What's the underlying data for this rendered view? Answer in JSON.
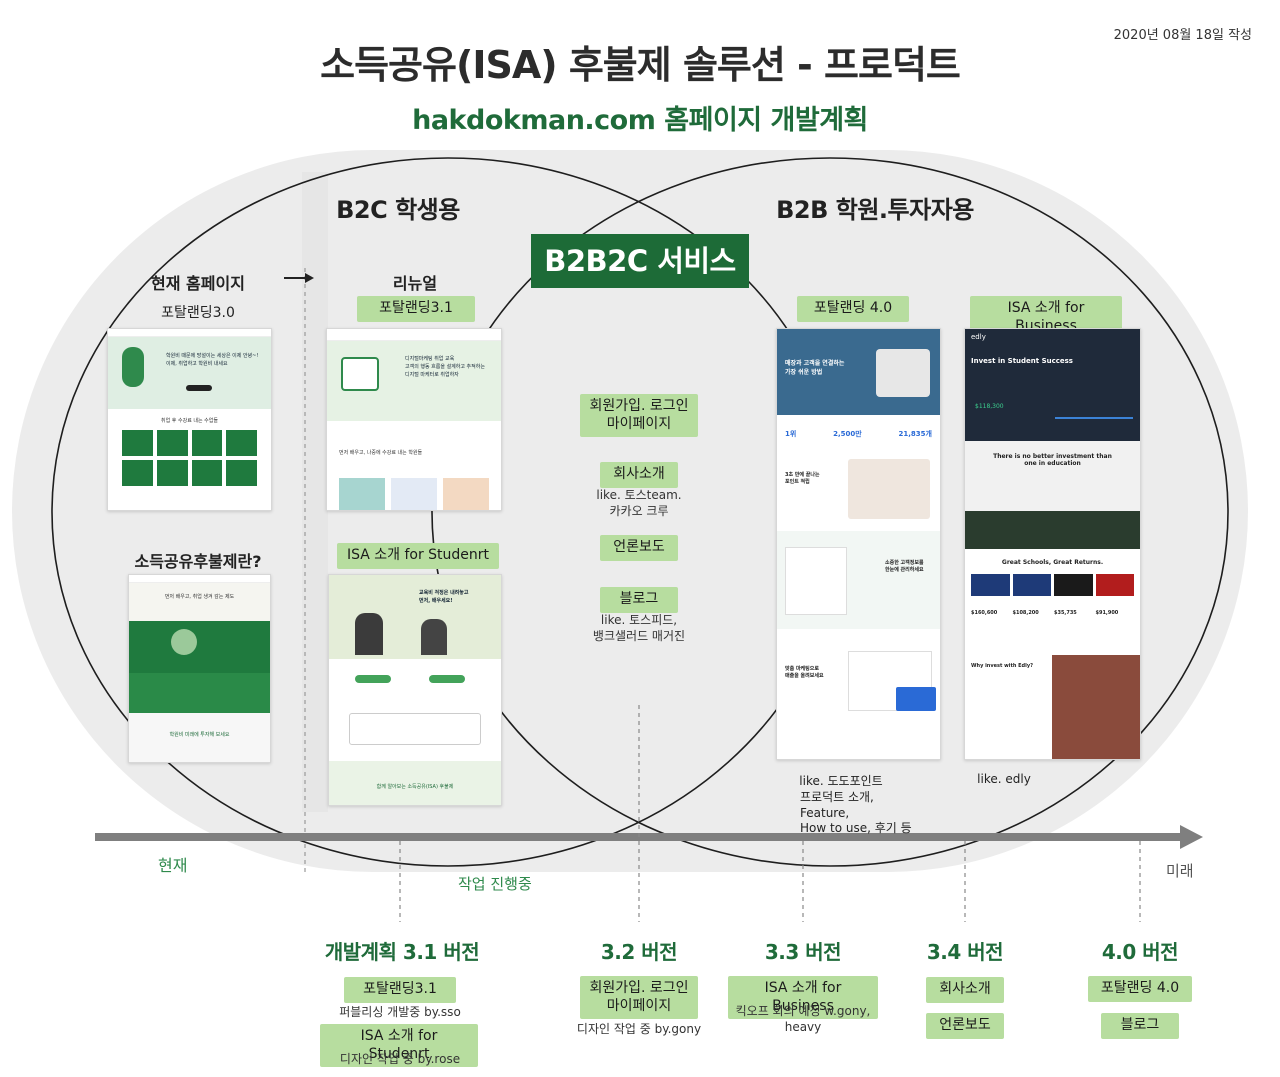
{
  "date": "2020년 08월 18일 작성",
  "title": "소득공유(ISA) 후불제 솔루션 - 프로덕트",
  "subtitle": "hakdokman.com 홈페이지 개발계획",
  "sections": {
    "b2c": "B2C 학생용",
    "b2b": "B2B 학원.투자자용",
    "b2b2c": "B2B2C 서비스"
  },
  "left": {
    "current_label": "현재 홈페이지",
    "current_sub": "포탈랜딩3.0",
    "renewal_label": "리뉴얼",
    "renewal_pill": "포탈랜딩3.1",
    "isa_question": "소득공유후불제란?",
    "isa_student_pill": "ISA 소개 for Studenrt"
  },
  "middle": {
    "signup_pill": "회원가입. 로그인\n마이페이지",
    "company_pill": "회사소개",
    "company_note": "like. 토스team.\n카카오 크루",
    "press_pill": "언론보도",
    "blog_pill": "블로그",
    "blog_note": "like. 토스피드,\n뱅크샐러드 매거진"
  },
  "right": {
    "portal40_pill": "포탈랜딩 4.0",
    "isa_business_pill": "ISA 소개 for Business",
    "dodo_note": "like. 도도포인트",
    "dodo_desc": "프로덕트 소개, Feature,\nHow to use, 후기 등",
    "edly_note": "like. edly"
  },
  "mock": {
    "current_headline": "학원비 때문에 망설이는 세상은 이제 안녕~!\n이제, 취업하고 학원비 내세요",
    "current_section": "취업 후 수강료 내는 수업들",
    "renewal_headline": "디지털마케팅 취업 교육\n고객의 행동 흐름을 설계하고 추적하는\n디지털 마케터로 취업하자",
    "renewal_section": "먼저 배우고, 나중에 수강료 내는 학원들",
    "isa_shot_headline": "교육비 걱정은 내려놓고\n먼저, 배우세요!",
    "isa_shot_footer": "함께 알아보는 소득공유(ISA) 후불제",
    "isa_q_headline": "먼저 배우고, 취업 생겨 갚는 제도",
    "isa_q_footer": "학원비 미래에 투자해 보세요",
    "dodo_headline": "매장과 고객을 연결하는\n가장 쉬운 방법",
    "dodo_stats": [
      "1위",
      "2,500만",
      "21,835개"
    ],
    "dodo_feature1": "3초 만에 끝나는\n포인트 적립",
    "dodo_feature2": "소중한 고객정보를\n한눈에 관리하세요",
    "dodo_feature3": "맞춤 마케팅으로\n매출을 올려보세요",
    "edly_brand": "edly",
    "edly_headline": "Invest in Student Success",
    "edly_stat": "$118,300",
    "edly_mid": "There is no better investment than\none in education",
    "edly_schools": "Great Schools, Great Returns.",
    "edly_why": "Why invest with Edly?",
    "edly_prices": [
      "$160,600",
      "$108,200",
      "$35,735",
      "$91,900"
    ]
  },
  "timeline": {
    "now": "현재",
    "in_progress": "작업 진행중",
    "future": "미래"
  },
  "versions": [
    {
      "title": "개발계획 3.1 버전",
      "items": [
        {
          "pill": "포탈랜딩3.1",
          "note": "퍼블리싱 개발중  by.sso"
        },
        {
          "pill": "ISA 소개 for Studenrt",
          "note": "디자인 작업 중 by.rose"
        }
      ]
    },
    {
      "title": "3.2 버전",
      "items": [
        {
          "pill": "회원가입. 로그인\n마이페이지",
          "note": "디자인 작업 중 by.gony"
        }
      ]
    },
    {
      "title": "3.3 버전",
      "items": [
        {
          "pill": "ISA 소개 for Business",
          "note": "킥오프 회의 예정 w.gony, heavy"
        }
      ]
    },
    {
      "title": "3.4 버전",
      "items": [
        {
          "pill": "회사소개",
          "note": ""
        },
        {
          "pill": "언론보도",
          "note": ""
        }
      ]
    },
    {
      "title": "4.0 버전",
      "items": [
        {
          "pill": "포탈랜딩 4.0",
          "note": ""
        },
        {
          "pill": "블로그",
          "note": ""
        }
      ]
    }
  ],
  "colors": {
    "accent": "#1d6b37",
    "pill": "#b7dd9f",
    "circle_fill": "#ececec"
  }
}
